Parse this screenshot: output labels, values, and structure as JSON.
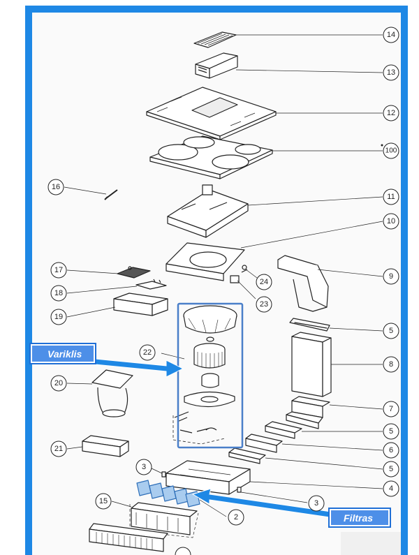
{
  "labels": {
    "motor": "Variklis",
    "filter": "Filtras"
  },
  "part_numbers": [
    "14",
    "13",
    "12",
    "100",
    "16",
    "11",
    "10",
    "9",
    "17",
    "24",
    "18",
    "23",
    "19",
    "5",
    "22",
    "8",
    "20",
    "7",
    "5",
    "6",
    "21",
    "5",
    "3",
    "4",
    "15",
    "3",
    "2"
  ],
  "colors": {
    "frame_blue": "#1e88e5",
    "tag_fill": "#4d8fe8",
    "highlight_box": "#4a7fc9",
    "filter_fill": "#a9ccef"
  }
}
